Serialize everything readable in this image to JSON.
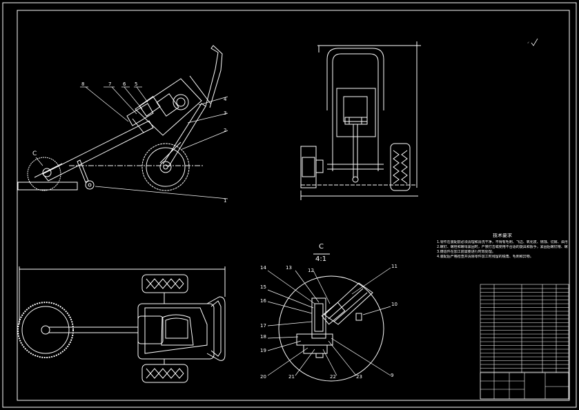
{
  "drawing": {
    "section_label": "C",
    "section_scale": "4:1",
    "view_marker_label": "C",
    "side_view_callouts": [
      "8",
      "7",
      "6",
      "5",
      "4",
      "3",
      "2",
      "1"
    ],
    "detail_callouts": [
      "14",
      "13",
      "12",
      "11",
      "15",
      "16",
      "10",
      "17",
      "18",
      "19",
      "20",
      "21",
      "22",
      "23",
      "9"
    ]
  },
  "technical_requirements": {
    "title": "技术要求",
    "lines": [
      "1.零件在装配前必须清理和清洗干净，不得有毛刺、飞边、氧化皮、锈蚀、切屑、油污、着色剂和灰尘等。",
      "2.螺钉、螺栓和螺母紧固时，严禁打击或使用不合适的旋具和扳手，紧固后螺钉槽、螺母和螺钉，螺栓头部不得损坏。",
      "3.铸造件在加工前需要进行时效处理。",
      "4.装配后严格检查并清除零件加工时残留的锐角、毛刺和异物。"
    ]
  }
}
